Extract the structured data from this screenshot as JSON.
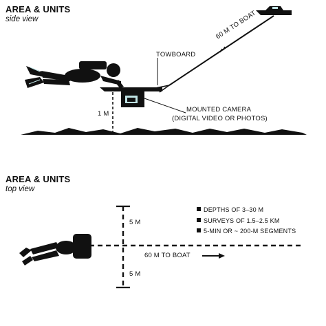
{
  "side_view": {
    "title": "AREA & UNITS",
    "subtitle": "side view",
    "towboard_label": "TOWBOARD",
    "tether_label": "60 M TO BOAT",
    "height_label": "1 M",
    "camera_label_line1": "MOUNTED CAMERA",
    "camera_label_line2": "(DIGITAL VIDEO OR PHOTOS)"
  },
  "top_view": {
    "title": "AREA & UNITS",
    "subtitle": "top view",
    "upper_width_label": "5 M",
    "lower_width_label": "5 M",
    "boat_label": "60 M TO BOAT",
    "bullets": [
      "DEPTHS OF 3–30 M",
      "SURVEYS OF 1.5–2.5 KM",
      "5-MIN OR ~ 200-M SEGMENTS"
    ]
  },
  "colors": {
    "panel_background": "#bfe3e4",
    "ink": "#111111"
  }
}
